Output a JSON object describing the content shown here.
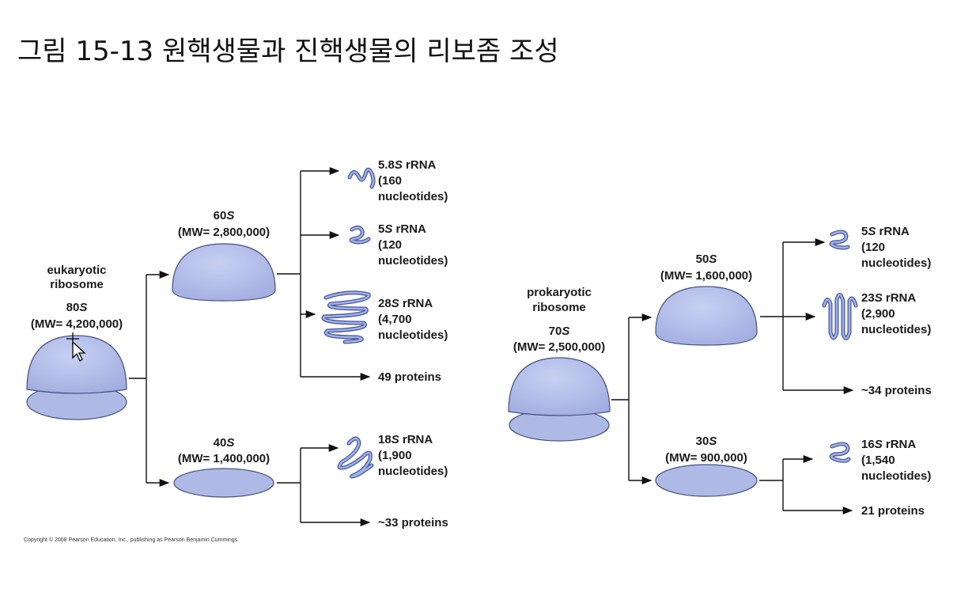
{
  "title": "그림 15-13  원핵생물과 진핵생물의 리보좀 조성",
  "copyright": "Copyright © 2008 Pearson Education, Inc., publishing as Pearson Benjamin Cummings.",
  "eukaryotic": {
    "name_line1": "eukaryotic",
    "name_line2": "ribosome",
    "size": "80",
    "mw": "(MW= 4,200,000)",
    "large": {
      "size": "60",
      "mw": "(MW= 2,800,000)",
      "components": [
        {
          "size": "5.8",
          "name": "rRNA",
          "count": "(160",
          "unit": "nucleotides)"
        },
        {
          "size": "5",
          "name": "rRNA",
          "count": "(120",
          "unit": "nucleotides)"
        },
        {
          "size": "28",
          "name": "rRNA",
          "count": "(4,700",
          "unit": "nucleotides)"
        }
      ],
      "proteins": "49 proteins"
    },
    "small": {
      "size": "40",
      "mw": "(MW= 1,400,000)",
      "components": [
        {
          "size": "18",
          "name": "rRNA",
          "count": "(1,900",
          "unit": "nucleotides)"
        }
      ],
      "proteins": "~33 proteins"
    }
  },
  "prokaryotic": {
    "name_line1": "prokaryotic",
    "name_line2": "ribosome",
    "size": "70",
    "mw": "(MW= 2,500,000)",
    "large": {
      "size": "50",
      "mw": "(MW= 1,600,000)",
      "components": [
        {
          "size": "5",
          "name": "rRNA",
          "count": "(120",
          "unit": "nucleotides)"
        },
        {
          "size": "23",
          "name": "rRNA",
          "count": "(2,900",
          "unit": "nucleotides)"
        }
      ],
      "proteins": "~34 proteins"
    },
    "small": {
      "size": "30",
      "mw": "(MW= 900,000)",
      "components": [
        {
          "size": "16",
          "name": "rRNA",
          "count": "(1,540",
          "unit": "nucleotides)"
        }
      ],
      "proteins": "21 proteins"
    }
  },
  "svedberg_unit": "S",
  "colors": {
    "subunit_fill": "#aeb9e6",
    "subunit_stroke": "#44517f",
    "rna_outer": "#44528f",
    "rna_inner": "#9fb1ec"
  },
  "icons": {
    "cursor": "mouse-pointer-icon"
  }
}
